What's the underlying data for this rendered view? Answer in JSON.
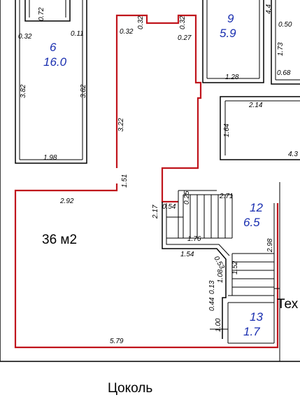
{
  "caption": "Цоколь",
  "main_area_label": "36 м2",
  "side_text": "Тех",
  "rooms": [
    {
      "id": "room-6",
      "number": "6",
      "area": "16.0"
    },
    {
      "id": "room-9",
      "number": "9",
      "area": "5.9"
    },
    {
      "id": "room-12",
      "number": "12",
      "area": "6.5"
    },
    {
      "id": "room-13",
      "number": "13",
      "area": "1.7"
    }
  ],
  "dimensions": [
    {
      "id": "d1",
      "text": "0.72"
    },
    {
      "id": "d2",
      "text": "0.32"
    },
    {
      "id": "d3",
      "text": "0.11"
    },
    {
      "id": "d4",
      "text": "3.82"
    },
    {
      "id": "d5",
      "text": "3.82"
    },
    {
      "id": "d6",
      "text": "1.98"
    },
    {
      "id": "d7",
      "text": "0.32"
    },
    {
      "id": "d8",
      "text": "0.32"
    },
    {
      "id": "d9",
      "text": "0.32"
    },
    {
      "id": "d10",
      "text": "0.27"
    },
    {
      "id": "d11",
      "text": "3.22"
    },
    {
      "id": "d12",
      "text": "4.4"
    },
    {
      "id": "d13",
      "text": "0.50"
    },
    {
      "id": "d14",
      "text": "1.73"
    },
    {
      "id": "d15",
      "text": "1.28"
    },
    {
      "id": "d16",
      "text": "0.68"
    },
    {
      "id": "d17",
      "text": "2.14"
    },
    {
      "id": "d18",
      "text": "1.64"
    },
    {
      "id": "d19",
      "text": "4.3"
    },
    {
      "id": "d20",
      "text": "2.92"
    },
    {
      "id": "d21",
      "text": "1.51"
    },
    {
      "id": "d22",
      "text": "2.17"
    },
    {
      "id": "d23",
      "text": "0.54"
    },
    {
      "id": "d24",
      "text": "0.25"
    },
    {
      "id": "d25",
      "text": "2.71"
    },
    {
      "id": "d26",
      "text": "1.76"
    },
    {
      "id": "d27",
      "text": "2.98"
    },
    {
      "id": "d28",
      "text": "1.54"
    },
    {
      "id": "d29",
      "text": "0.53"
    },
    {
      "id": "d30",
      "text": "1.52"
    },
    {
      "id": "d31",
      "text": "1.08"
    },
    {
      "id": "d32",
      "text": "0.13"
    },
    {
      "id": "d33",
      "text": "0.44"
    },
    {
      "id": "d34",
      "text": "1.00"
    },
    {
      "id": "d35",
      "text": "5.79"
    }
  ]
}
